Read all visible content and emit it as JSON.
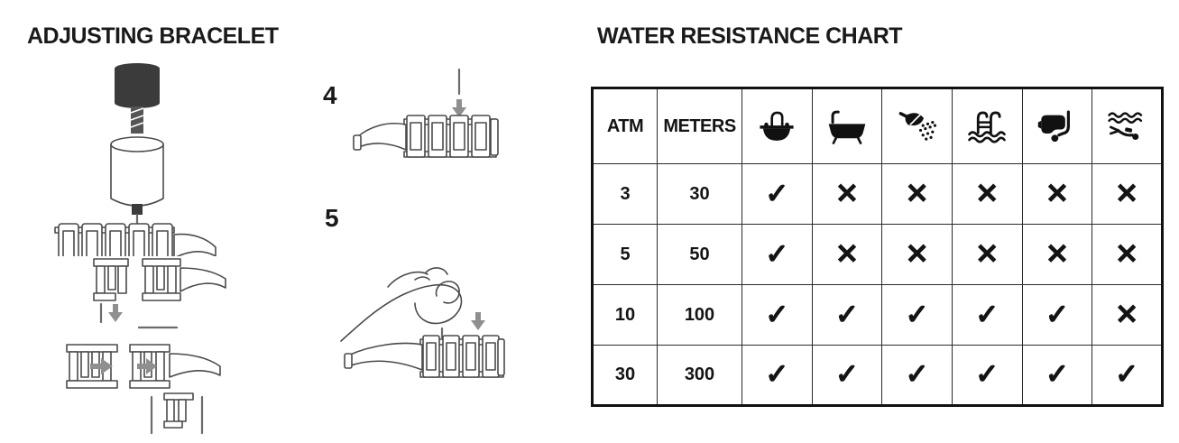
{
  "left_section": {
    "title": "ADJUSTING BRACELET",
    "step4_label": "4",
    "step5_label": "5",
    "illustrations": [
      "bracelet-sizing-tool-pushing-pin-illustration",
      "removed-link-and-pin-illustration",
      "rejoining-links-illustration",
      "insert-pin-into-bracelet-illustration",
      "press-pin-flush-with-thumb-illustration"
    ]
  },
  "right_section": {
    "title": "WATER RESISTANCE CHART",
    "table": {
      "text_columns": [
        "ATM",
        "METERS"
      ],
      "icon_columns": [
        "sink-icon",
        "bathtub-icon",
        "shower-icon",
        "pool-ladder-icon",
        "snorkel-mask-icon",
        "scuba-diver-icon"
      ],
      "rows": [
        {
          "atm": "3",
          "meters": "30",
          "marks": [
            "✓",
            "✕",
            "✕",
            "✕",
            "✕",
            "✕"
          ]
        },
        {
          "atm": "5",
          "meters": "50",
          "marks": [
            "✓",
            "✕",
            "✕",
            "✕",
            "✕",
            "✕"
          ]
        },
        {
          "atm": "10",
          "meters": "100",
          "marks": [
            "✓",
            "✓",
            "✓",
            "✓",
            "✓",
            "✕"
          ]
        },
        {
          "atm": "30",
          "meters": "300",
          "marks": [
            "✓",
            "✓",
            "✓",
            "✓",
            "✓",
            "✓"
          ]
        }
      ]
    }
  },
  "chart_data": {
    "type": "table",
    "title": "WATER RESISTANCE CHART",
    "columns": [
      "ATM",
      "METERS",
      "hand-washing",
      "bathing",
      "showering",
      "swimming",
      "snorkeling",
      "diving"
    ],
    "rows": [
      [
        "3",
        "30",
        "yes",
        "no",
        "no",
        "no",
        "no",
        "no"
      ],
      [
        "5",
        "50",
        "yes",
        "no",
        "no",
        "no",
        "no",
        "no"
      ],
      [
        "10",
        "100",
        "yes",
        "yes",
        "yes",
        "yes",
        "yes",
        "no"
      ],
      [
        "30",
        "300",
        "yes",
        "yes",
        "yes",
        "yes",
        "yes",
        "yes"
      ]
    ]
  },
  "colors": {
    "ink": "#141414",
    "line_art": "#4a4a4a",
    "arrow_gray": "#8f8f8f",
    "tool_dark": "#3b3b3b",
    "background": "#ffffff"
  }
}
